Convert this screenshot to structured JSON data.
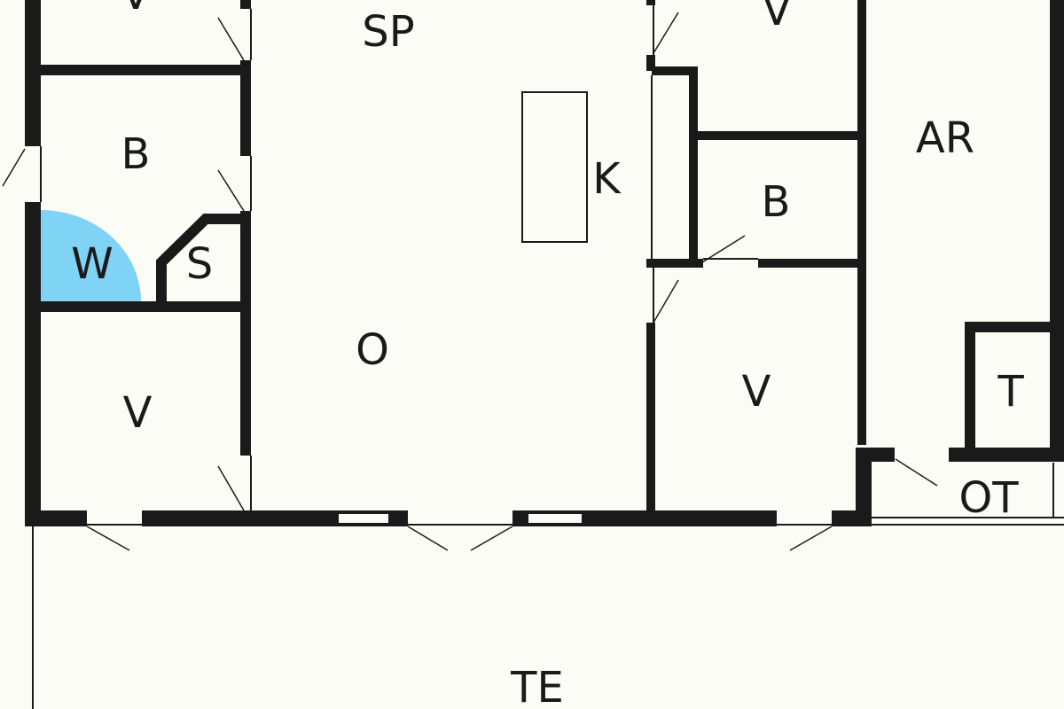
{
  "rooms": {
    "v_top_left": "V",
    "sp": "SP",
    "v_top_right": "V",
    "ar": "AR",
    "b_left": "B",
    "k": "K",
    "b_right": "B",
    "w": "W",
    "s": "S",
    "o": "O",
    "v_bottom_left": "V",
    "v_bottom_right": "V",
    "t": "T",
    "ot": "OT",
    "te": "TE"
  },
  "colors": {
    "floor": "#fcfcf7",
    "wall": "#1a1a1a",
    "shower": "#7fd3f5"
  }
}
